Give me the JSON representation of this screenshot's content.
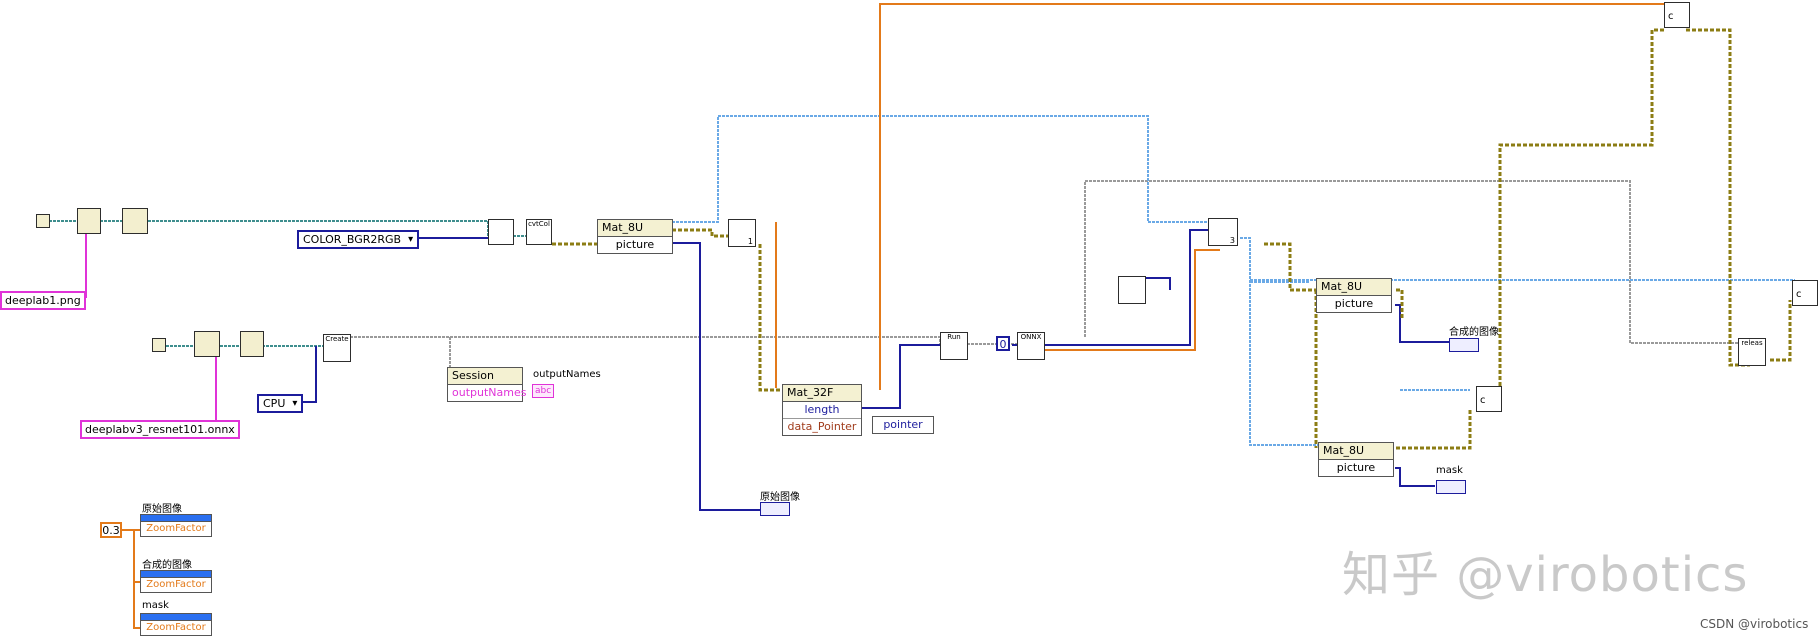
{
  "files": {
    "image_path": "deeplab1.png",
    "model_path": "deeplabv3_resnet101.onnx"
  },
  "constants": {
    "color_code": "COLOR_BGR2RGB",
    "device": "CPU",
    "zoom_value": "0.3",
    "index_const": "0",
    "small_num": "1",
    "small_num2": "3"
  },
  "nodes": {
    "cvtcol": "cvtCol",
    "create": "Create",
    "run": "Run",
    "onnx": "ONNX",
    "releas": "releas",
    "c_label": "c"
  },
  "unbundles": {
    "mat8u_1": {
      "header": "Mat_8U",
      "row": "picture"
    },
    "session": {
      "header": "Session",
      "row": "outputNames"
    },
    "mat32f": {
      "header": "Mat_32F",
      "row1": "length",
      "row2": "data_Pointer"
    },
    "pointer": "pointer",
    "mat8u_2": {
      "header": "Mat_8U",
      "row": "picture"
    },
    "mat8u_3": {
      "header": "Mat_8U",
      "row": "picture"
    }
  },
  "labels": {
    "output_names": "outputNames",
    "original_image": "原始图像",
    "composite_image": "合成的图像",
    "mask": "mask",
    "abc_term": "abc"
  },
  "zoom_panel": {
    "items": [
      {
        "title": "原始图像",
        "prop": "ZoomFactor"
      },
      {
        "title": "合成的图像",
        "prop": "ZoomFactor"
      },
      {
        "title": "mask",
        "prop": "ZoomFactor"
      }
    ]
  },
  "watermark": {
    "main": "知乎 @virobotics",
    "credit": "CSDN @virobotics"
  },
  "colors": {
    "wire_refnum": "#3e8e8e",
    "wire_image": "#6aa9e6",
    "wire_orange": "#e37a1a",
    "wire_enum": "#1c1c9c",
    "wire_gray": "#9a9a9a",
    "wire_cluster": "#8c7d14",
    "path_pink": "#e033d8"
  }
}
